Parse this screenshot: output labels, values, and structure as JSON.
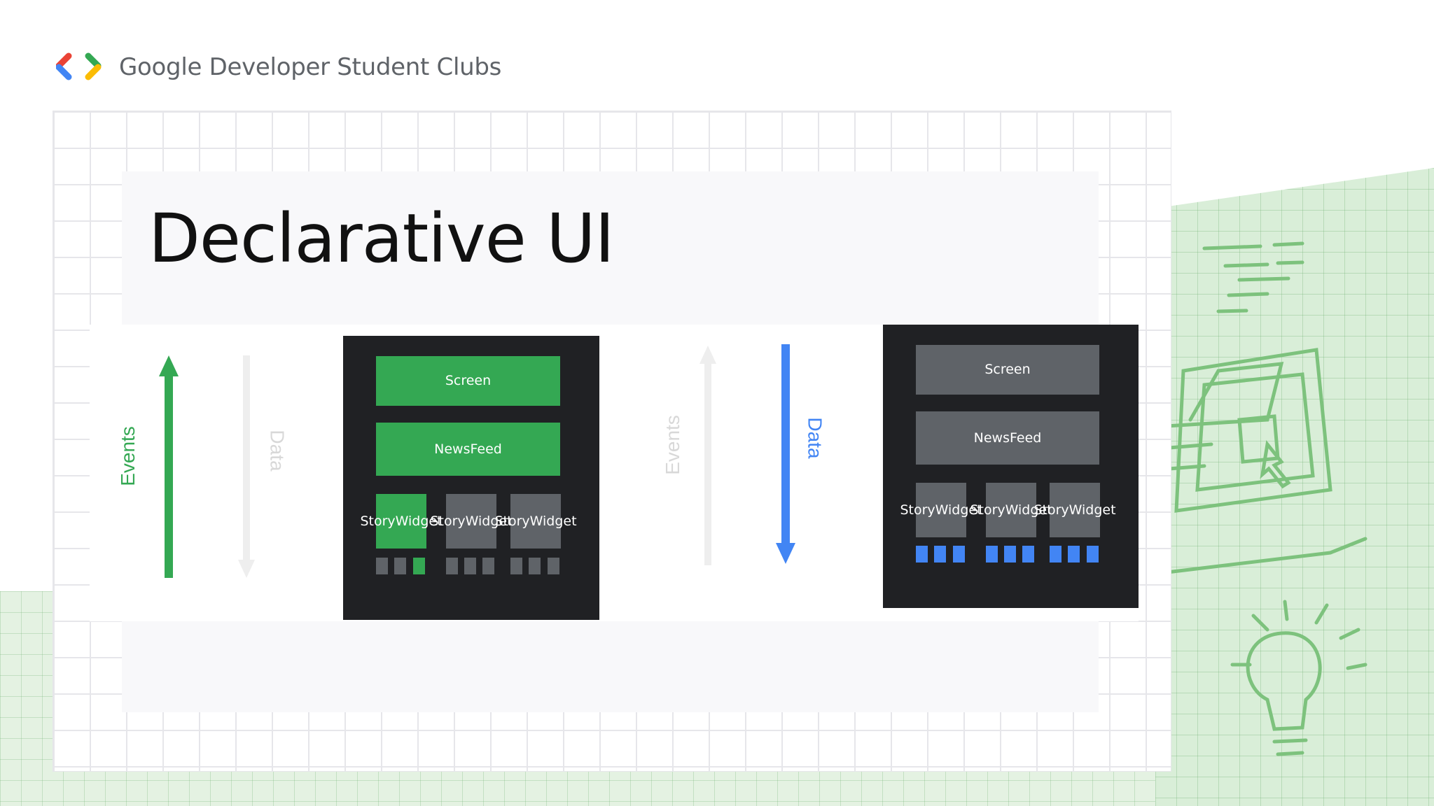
{
  "header": {
    "brand_name": "Google Developer Student Clubs",
    "icon": "gdsc-brackets-logo-icon"
  },
  "slide": {
    "title": "Declarative UI"
  },
  "diagram": {
    "left": {
      "arrow_active_label": "Events",
      "arrow_inactive_label": "Data",
      "active_color": "#34a853",
      "screen_label": "Screen",
      "newsfeed_label": "NewsFeed",
      "widgets": [
        "Story Widget",
        "Story Widget",
        "Story Widget"
      ]
    },
    "right": {
      "arrow_inactive_label": "Events",
      "arrow_active_label": "Data",
      "active_color": "#4285f4",
      "screen_label": "Screen",
      "newsfeed_label": "NewsFeed",
      "widgets": [
        "Story Widget",
        "Story Widget",
        "Story Widget"
      ]
    }
  }
}
